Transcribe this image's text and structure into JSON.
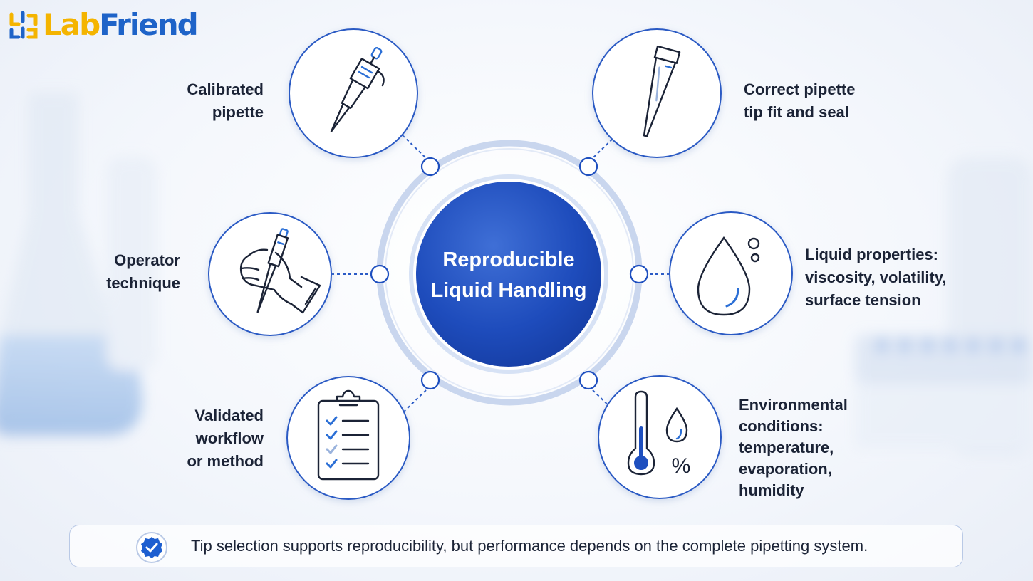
{
  "brand": {
    "lab": "Lab",
    "friend": "Friend"
  },
  "center": {
    "title": "Reproducible\nLiquid Handling"
  },
  "nodes": [
    {
      "icon": "pipette-icon",
      "label": "Calibrated\npipette"
    },
    {
      "icon": "pipette-tip-icon",
      "label": "Correct pipette\ntip fit and seal"
    },
    {
      "icon": "gloved-hand-pipette-icon",
      "label": "Operator\ntechnique"
    },
    {
      "icon": "liquid-drop-icon",
      "label": "Liquid properties:\nviscosity, volatility,\nsurface tension"
    },
    {
      "icon": "checklist-clipboard-icon",
      "label": "Validated\nworkflow\nor method"
    },
    {
      "icon": "thermometer-humidity-icon",
      "label": "Environmental\nconditions:\ntemperature,\nevaporation,\nhumidity"
    }
  ],
  "note": {
    "icon": "check-badge-icon",
    "text": "Tip selection supports reproducibility, but performance depends on the complete pipetting system."
  },
  "colors": {
    "accent": "#1e4fbf",
    "brand_yellow": "#f4b400",
    "brand_blue": "#1e63c8",
    "center_fill": "#1a46b3"
  }
}
